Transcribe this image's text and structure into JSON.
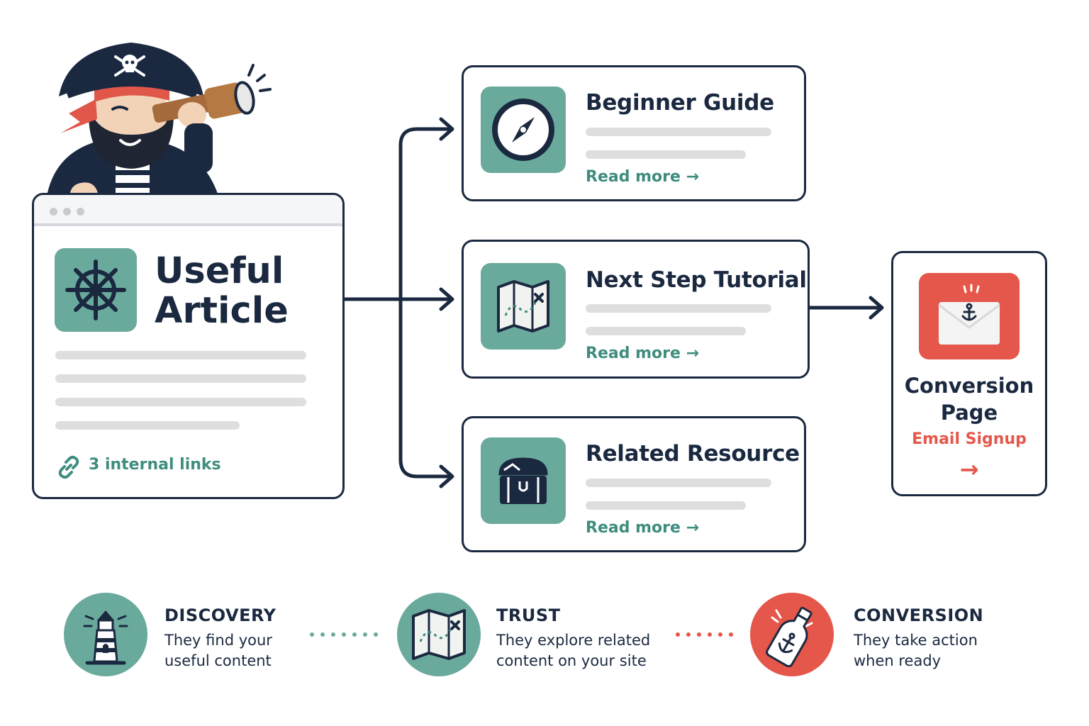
{
  "article": {
    "title_line1": "Useful",
    "title_line2": "Article",
    "links_label": "3 internal links"
  },
  "targets": [
    {
      "title": "Beginner Guide",
      "link": "Read more →",
      "icon": "compass-icon"
    },
    {
      "title": "Next Step Tutorial",
      "link": "Read more →",
      "icon": "treasure-map-icon"
    },
    {
      "title": "Related Resource",
      "link": "Read more →",
      "icon": "treasure-chest-icon"
    }
  ],
  "conversion": {
    "title_line1": "Conversion",
    "title_line2": "Page",
    "subtitle": "Email Signup",
    "arrow": "→",
    "icon": "anchor-envelope-icon"
  },
  "steps": [
    {
      "title": "DISCOVERY",
      "desc_line1": "They find your",
      "desc_line2": "useful content",
      "icon": "lighthouse-icon"
    },
    {
      "title": "TRUST",
      "desc_line1": "They explore related",
      "desc_line2": "content on your site",
      "icon": "map-icon"
    },
    {
      "title": "CONVERSION",
      "desc_line1": "They take action",
      "desc_line2": "when ready",
      "icon": "message-bottle-icon"
    }
  ],
  "colors": {
    "navy": "#1b2940",
    "teal": "#6aaa9d",
    "teal_text": "#3f8d7e",
    "coral": "#e4574a",
    "bar_gray": "#dedede"
  }
}
